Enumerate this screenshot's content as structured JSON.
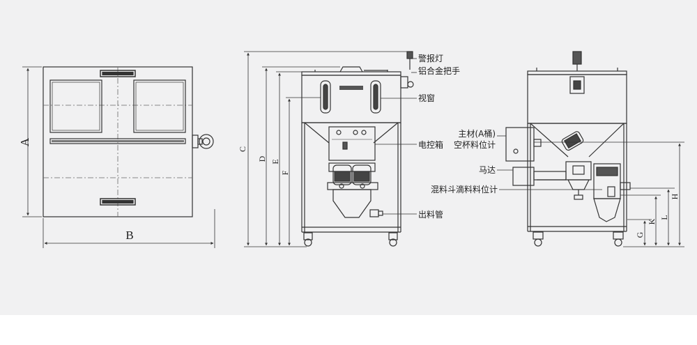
{
  "top_view": {
    "dim_width_label": "B",
    "dim_height_label": "A"
  },
  "front_view": {
    "dim_labels": [
      "C",
      "D",
      "E",
      "F"
    ],
    "callouts": {
      "alarm_light": "警报灯",
      "handle": "铝合金把手",
      "sight_window": "视窗",
      "control_box": "电控箱",
      "discharge_pipe": "出料管"
    }
  },
  "side_view": {
    "dim_labels": [
      "H",
      "L",
      "K",
      "G"
    ],
    "callouts": {
      "main_material_line1": "主材(A桶)",
      "main_material_line2": "空杯料位计",
      "motor": "马达",
      "mix_hopper_level": "混料斗滴料料位计"
    }
  },
  "colors": {
    "background": "#f1f1f2",
    "stroke": "#333333",
    "centerline": "#666666"
  }
}
